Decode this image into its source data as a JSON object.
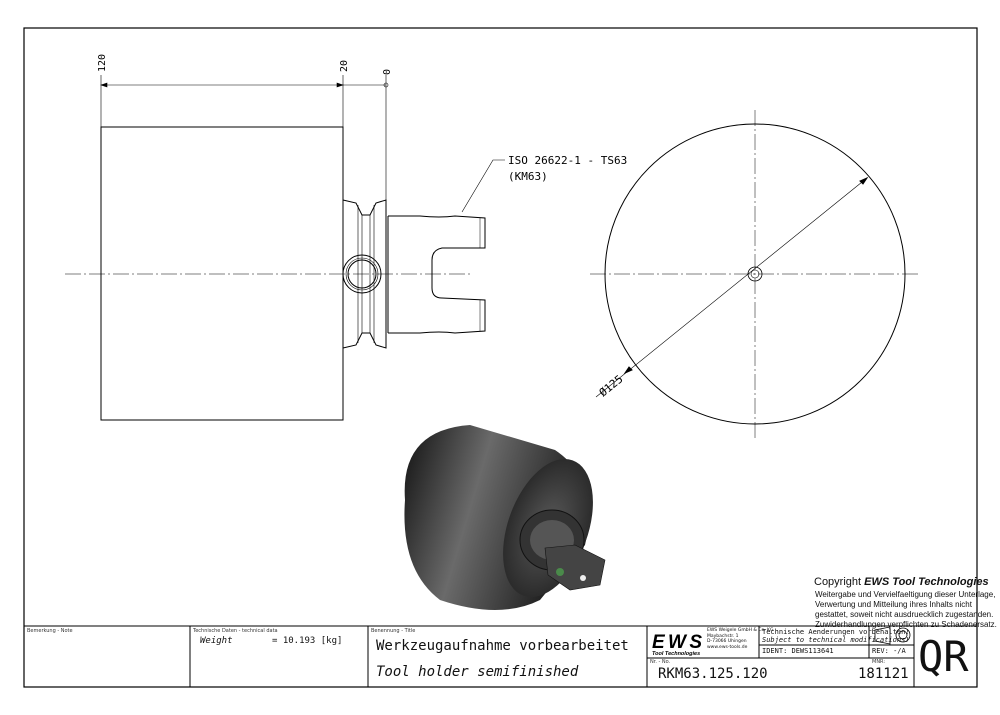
{
  "drawing": {
    "dimensions": {
      "d120": "120",
      "d20": "20",
      "d0": "0",
      "diameter": "Ø125"
    },
    "callout": {
      "line1": "ISO 26622-1 - TS63",
      "line2": "(KM63)"
    }
  },
  "copyright": {
    "title_prefix": "Copyright ",
    "title_brand": "EWS Tool Technologies",
    "lines": [
      "Weitergabe und Vervielfaeltigung dieser Unterlage,",
      "Verwertung und Mitteilung ihres Inhalts nicht",
      "gestattet, soweit nicht ausdruecklich zugestanden.",
      "Zuwiderhandlungen verpflichten zu Schadenersatz."
    ]
  },
  "title_block": {
    "note_label": "Bemerkung - Note",
    "tech_label": "Technische Daten - technical data",
    "weight_label": "Weight",
    "weight_value": "= 10.193 [kg]",
    "title_label": "Benennung - Title",
    "title_de": "Werkzeugaufnahme vorbearbeitet",
    "title_en": "Tool holder semifinished",
    "logo": {
      "mark": "EWS",
      "sub": "Tool Technologies"
    },
    "company": [
      "EWS Weigele GmbH & Co. KG",
      "Maybachstr. 1",
      "D-73066 Uhingen",
      "www.ews-tools.de"
    ],
    "changes_de": "Technische Aenderungen vorbehalten!",
    "changes_en": "Subject to technical modifications!",
    "ident": "IDENT:  DEWS113641",
    "rev": "REV:  -/A",
    "nr_label": "Nr. - No.",
    "nr_value": "RKM63.125.120",
    "mnr_label": "MNR:",
    "mnr_value": "181121",
    "qr": "QR"
  }
}
